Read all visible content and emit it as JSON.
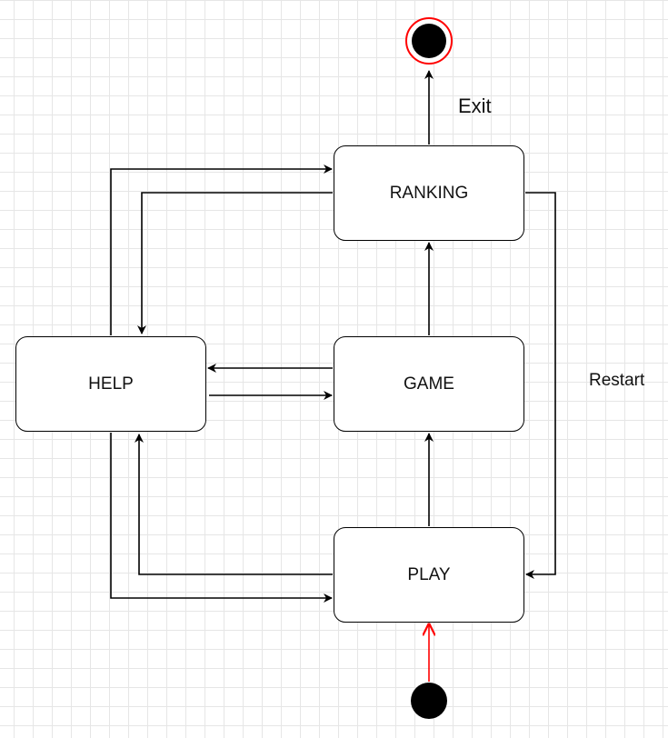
{
  "states": {
    "ranking": "RANKING",
    "help": "HELP",
    "game": "GAME",
    "play": "PLAY"
  },
  "edge_labels": {
    "exit": "Exit",
    "restart": "Restart"
  },
  "transitions": [
    {
      "from": "initial",
      "to": "PLAY",
      "label": ""
    },
    {
      "from": "PLAY",
      "to": "GAME",
      "label": ""
    },
    {
      "from": "GAME",
      "to": "RANKING",
      "label": ""
    },
    {
      "from": "RANKING",
      "to": "final",
      "label": "Exit"
    },
    {
      "from": "RANKING",
      "to": "PLAY",
      "label": "Restart"
    },
    {
      "from": "HELP",
      "to": "RANKING",
      "label": ""
    },
    {
      "from": "RANKING",
      "to": "HELP",
      "label": ""
    },
    {
      "from": "GAME",
      "to": "HELP",
      "label": ""
    },
    {
      "from": "HELP",
      "to": "GAME",
      "label": ""
    },
    {
      "from": "PLAY",
      "to": "HELP",
      "label": ""
    },
    {
      "from": "HELP",
      "to": "PLAY",
      "label": ""
    }
  ],
  "colors": {
    "line": "#000000",
    "initial_transition": "#ff0000",
    "final_ring": "#ff0000",
    "node_fill": "#000000",
    "grid": "#e6e6e6"
  }
}
